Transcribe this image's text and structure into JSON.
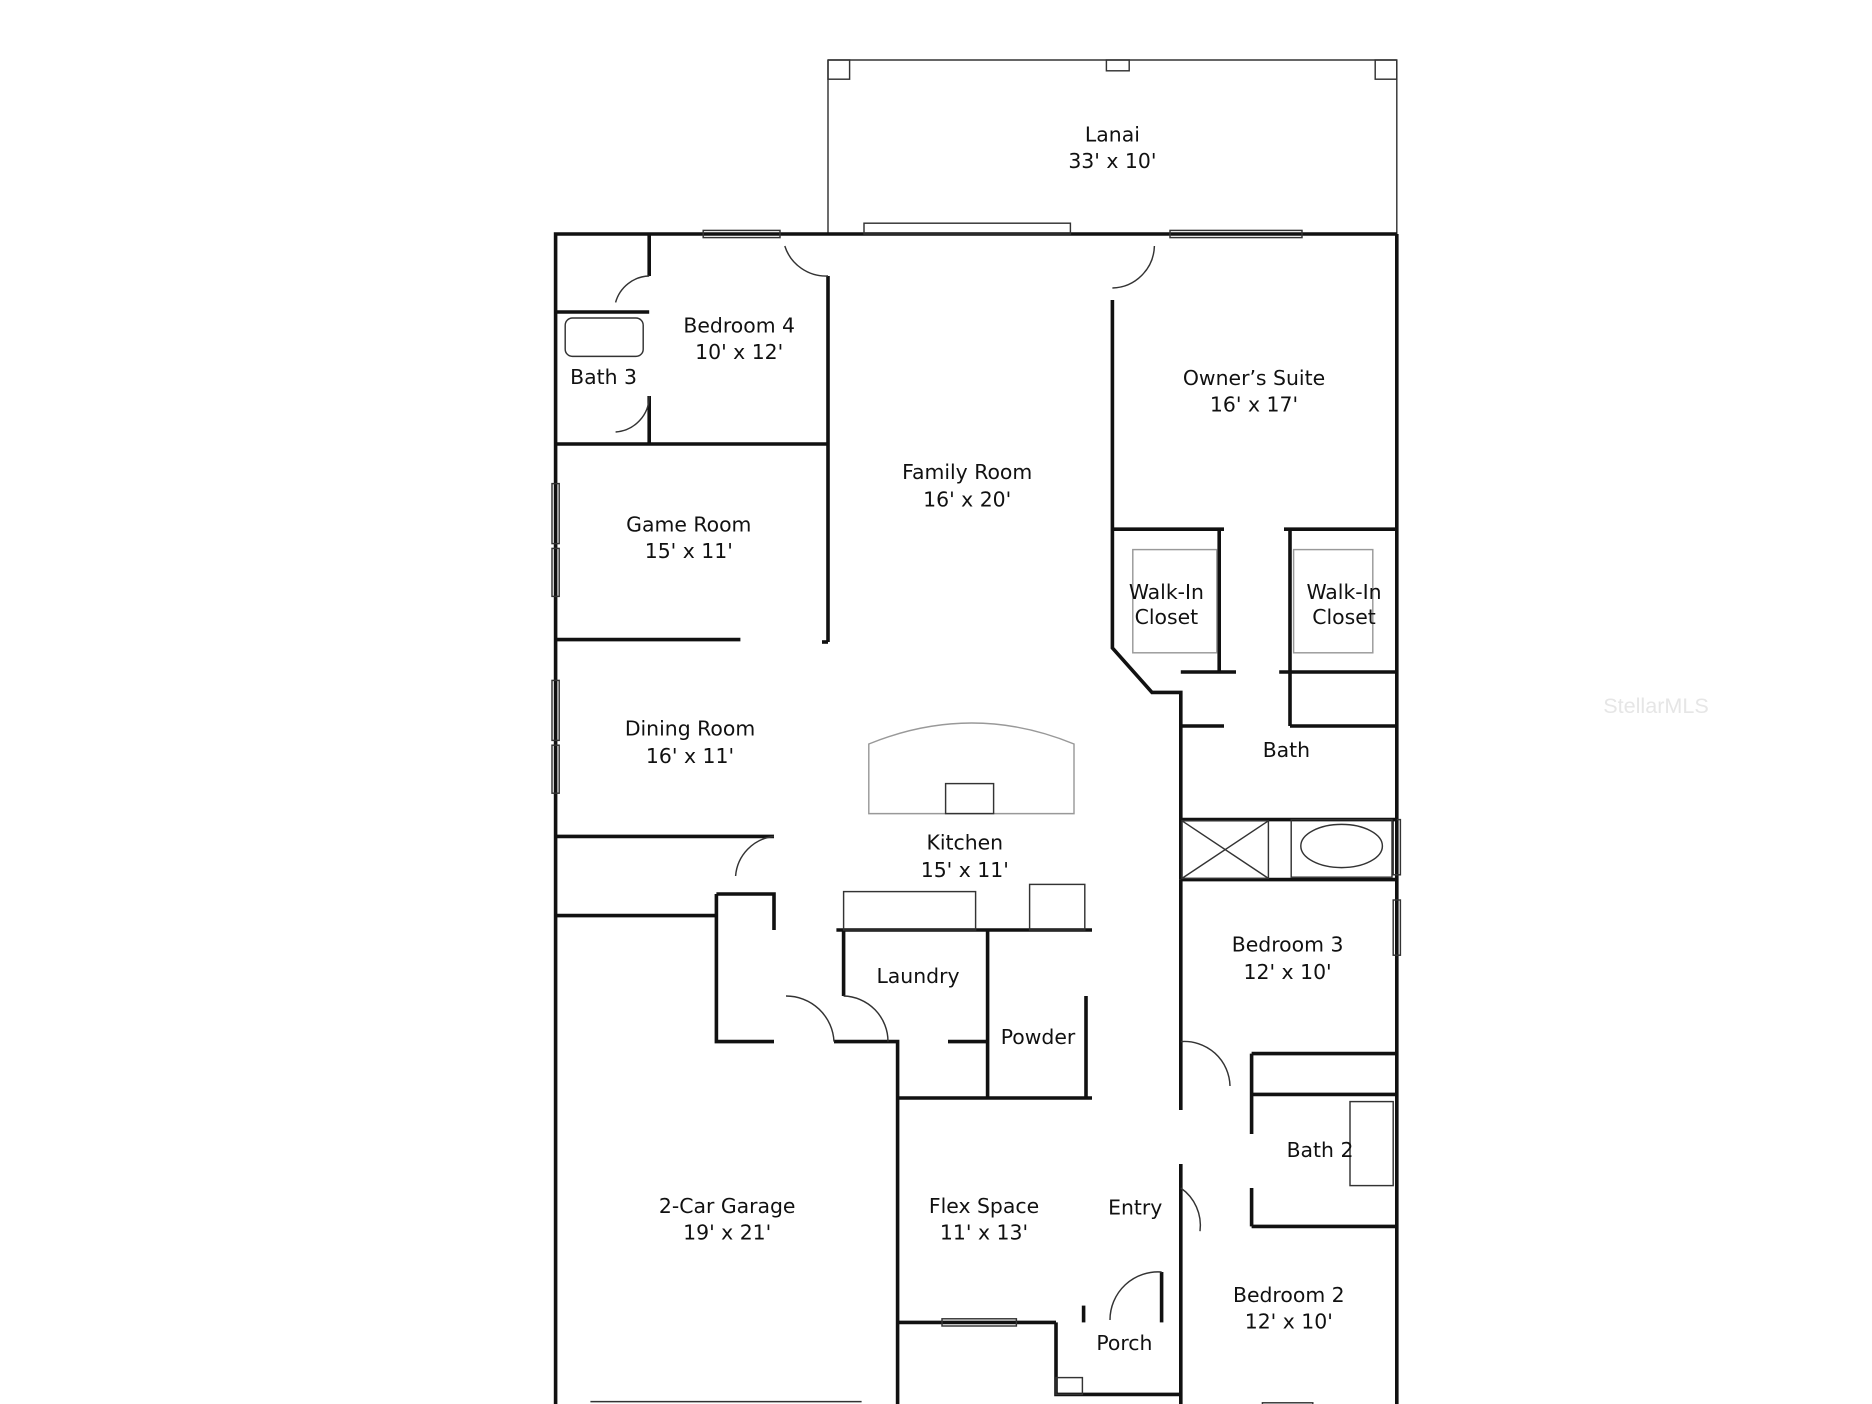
{
  "rooms": [
    {
      "name": "Lanai",
      "size": "33' x 10'"
    },
    {
      "name": "Bedroom 4",
      "size": "10' x 12'"
    },
    {
      "name": "Bath 3",
      "size": ""
    },
    {
      "name": "Owner’s Suite",
      "size": "16' x 17'"
    },
    {
      "name": "Family Room",
      "size": "16' x 20'"
    },
    {
      "name": "Game Room",
      "size": "15' x 11'"
    },
    {
      "name": "Walk-In Closet",
      "size": ""
    },
    {
      "name": "Walk-In Closet",
      "size": ""
    },
    {
      "name": "Dining Room",
      "size": "16' x 11'"
    },
    {
      "name": "Bath",
      "size": ""
    },
    {
      "name": "Kitchen",
      "size": "15' x 11'"
    },
    {
      "name": "Bedroom 3",
      "size": "12' x 10'"
    },
    {
      "name": "Laundry",
      "size": ""
    },
    {
      "name": "Powder",
      "size": ""
    },
    {
      "name": "Bath 2",
      "size": ""
    },
    {
      "name": "2-Car Garage",
      "size": "19' x 21'"
    },
    {
      "name": "Flex Space",
      "size": "11' x 13'"
    },
    {
      "name": "Entry",
      "size": ""
    },
    {
      "name": "Bedroom 2",
      "size": "12' x 10'"
    },
    {
      "name": "Porch",
      "size": ""
    }
  ],
  "watermark": "StellarMLS"
}
